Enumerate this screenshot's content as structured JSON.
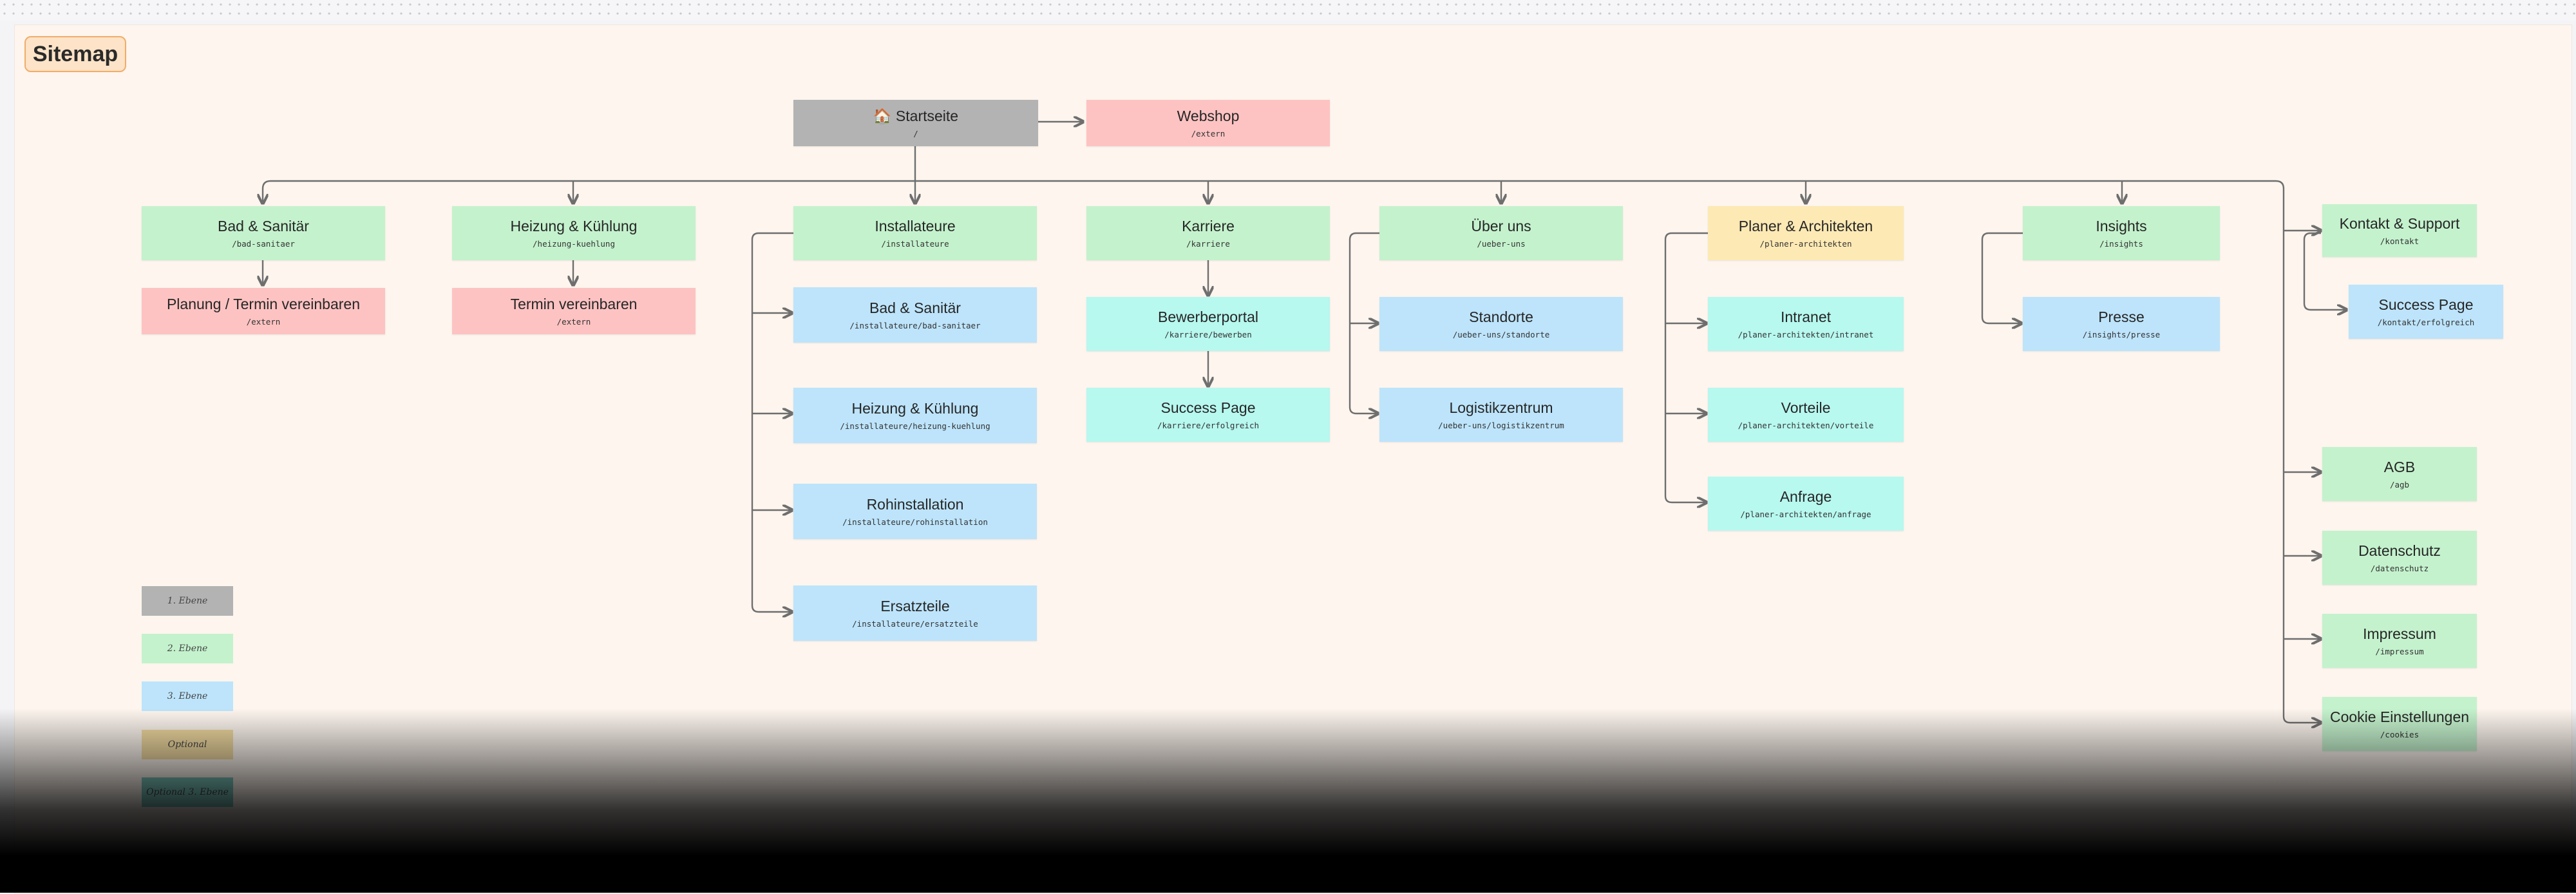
{
  "header": {
    "title": "Sitemap"
  },
  "nodes": {
    "start": {
      "label": "🏠 Startseite",
      "url": "/"
    },
    "webshop": {
      "label": "Webshop",
      "url": "/extern"
    },
    "bad": {
      "label": "Bad & Sanitär",
      "url": "/bad-sanitaer"
    },
    "bad_planung": {
      "label": "Planung / Termin vereinbaren",
      "url": "/extern"
    },
    "heizung": {
      "label": "Heizung & Kühlung",
      "url": "/heizung-kuehlung"
    },
    "heizung_termin": {
      "label": "Termin vereinbaren",
      "url": "/extern"
    },
    "installateure": {
      "label": "Installateure",
      "url": "/installateure"
    },
    "inst_bad": {
      "label": "Bad & Sanitär",
      "url": "/installateure/bad-sanitaer"
    },
    "inst_heizung": {
      "label": "Heizung & Kühlung",
      "url": "/installateure/heizung-kuehlung"
    },
    "inst_roh": {
      "label": "Rohinstallation",
      "url": "/installateure/rohinstallation"
    },
    "inst_ersatz": {
      "label": "Ersatzteile",
      "url": "/installateure/ersatzteile"
    },
    "karriere": {
      "label": "Karriere",
      "url": "/karriere"
    },
    "bewerber": {
      "label": "Bewerberportal",
      "url": "/karriere/bewerben"
    },
    "karriere_success": {
      "label": "Success Page",
      "url": "/karriere/erfolgreich"
    },
    "ueber": {
      "label": "Über uns",
      "url": "/ueber-uns"
    },
    "standorte": {
      "label": "Standorte",
      "url": "/ueber-uns/standorte"
    },
    "logistik": {
      "label": "Logistikzentrum",
      "url": "/ueber-uns/logistikzentrum"
    },
    "planer": {
      "label": "Planer & Architekten",
      "url": "/planer-architekten"
    },
    "intranet": {
      "label": "Intranet",
      "url": "/planer-architekten/intranet"
    },
    "vorteile": {
      "label": "Vorteile",
      "url": "/planer-architekten/vorteile"
    },
    "anfrage": {
      "label": "Anfrage",
      "url": "/planer-architekten/anfrage"
    },
    "insights": {
      "label": "Insights",
      "url": "/insights"
    },
    "presse": {
      "label": "Presse",
      "url": "/insights/presse"
    },
    "kontakt": {
      "label": "Kontakt & Support",
      "url": "/kontakt"
    },
    "kontakt_success": {
      "label": "Success Page",
      "url": "/kontakt/erfolgreich"
    },
    "agb": {
      "label": "AGB",
      "url": "/agb"
    },
    "datenschutz": {
      "label": "Datenschutz",
      "url": "/datenschutz"
    },
    "impressum": {
      "label": "Impressum",
      "url": "/impressum"
    },
    "cookie": {
      "label": "Cookie Einstellungen",
      "url": "/cookies"
    }
  },
  "legend": {
    "level1": "1. Ebene",
    "level2": "2. Ebene",
    "level3": "3. Ebene",
    "optional": "Optional",
    "optional3": "Optional 3. Ebene"
  },
  "colors": {
    "level1": "#b3b3b3",
    "level2": "#c4f2cd",
    "level3": "#bde4fb",
    "external": "#fdc3c2",
    "level3_alt": "#b7f8ef",
    "optional": "#fde9b4",
    "optional3": "#7cc7bf",
    "canvas": "#fdf5ee",
    "title_bg": "#fde3c7"
  }
}
